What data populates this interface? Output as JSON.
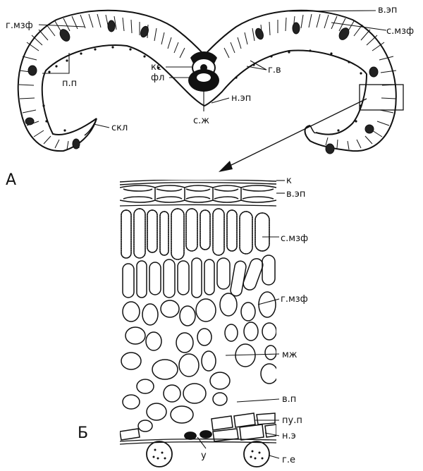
{
  "panel_a": {
    "letter": "А",
    "labels": {
      "v_ep": "в.эп",
      "g_mzf": "г.мзф",
      "s_mzf": "с.мзф",
      "p_p": "п.п",
      "ks": "кс",
      "fl": "фл",
      "g_v": "г.в",
      "n_ep": "н.эп",
      "skl": "скл",
      "s_zh": "с.ж"
    }
  },
  "panel_b": {
    "letter": "Б",
    "labels": {
      "k": "к",
      "v_ep": "в.эп",
      "s_mzf": "с.мзф",
      "g_mzf": "г.мзф",
      "mzh": "мж",
      "v_p": "в.п",
      "pu_p": "пу.п",
      "n_e": "н.э",
      "g_e": "г.е",
      "u": "у"
    }
  },
  "colors": {
    "ink": "#111111",
    "paper": "#ffffff"
  }
}
